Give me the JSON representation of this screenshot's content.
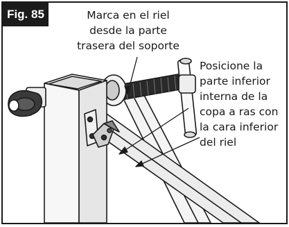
{
  "figure_label": "Fig. 85",
  "callouts": {
    "rail_mark": [
      "Marca en el riel",
      "desde la parte",
      "trasera del soporte"
    ],
    "cup_position": [
      "Posicione la",
      "parte inferior",
      "interna de la",
      "copa a ras con",
      "la cara inferior",
      "del riel"
    ]
  }
}
